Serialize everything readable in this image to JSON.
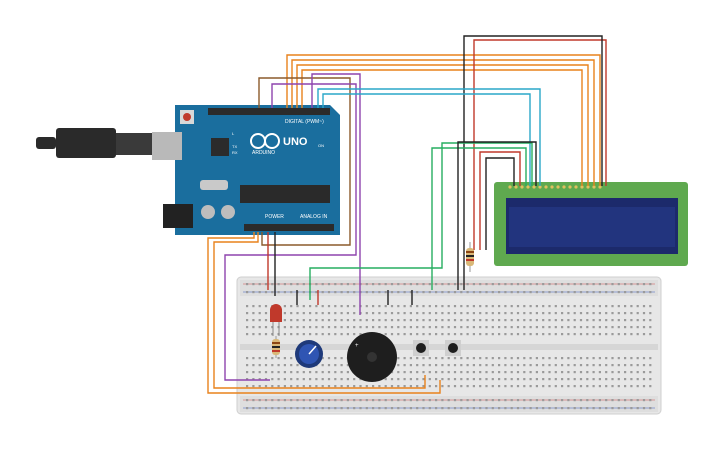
{
  "arduino": {
    "logo_text": "UNO",
    "brand_text": "ARDUINO",
    "digital_label": "DIGITAL (PWM~)",
    "power_label": "POWER",
    "analog_label": "ANALOG IN",
    "tx_label": "TX",
    "rx_label": "RX",
    "l_label": "L",
    "on_label": "ON",
    "board_color": "#1a6e9e"
  },
  "lcd": {
    "frame_color": "#5fa94f",
    "screen_color": "#1c2a6b"
  },
  "colors": {
    "orange": "#e8821c",
    "brown": "#8b5a2b",
    "purple": "#8e44ad",
    "teal": "#2aa7c9",
    "black": "#222222",
    "red": "#c0392b",
    "green": "#27ae60",
    "breadboard": "#e9e9e9"
  }
}
